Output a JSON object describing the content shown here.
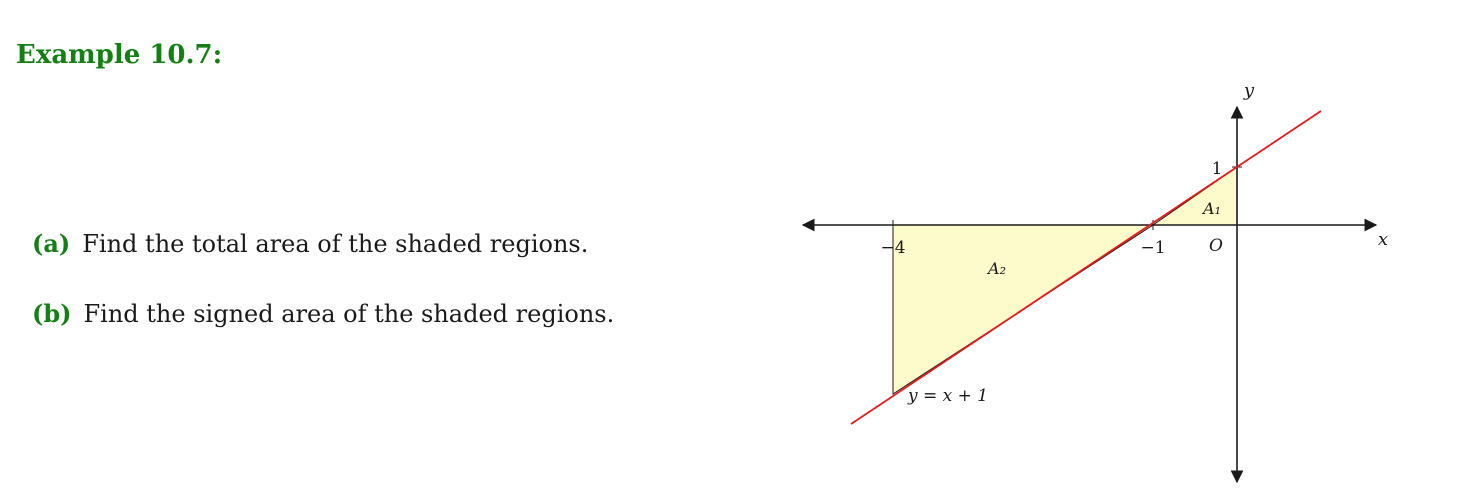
{
  "example": {
    "title": "Example 10.7:"
  },
  "questions": [
    {
      "part": "(a)",
      "text": "Find the total area of the shaded regions."
    },
    {
      "part": "(b)",
      "text": "Find the signed area of the shaded regions."
    }
  ],
  "figure": {
    "x_axis_label": "x",
    "y_axis_label": "y",
    "origin_label": "O",
    "tick_labels": {
      "x_neg4": "−4",
      "x_neg1": "−1",
      "y_1": "1"
    },
    "region_labels": {
      "a1": "A₁",
      "a2": "A₂"
    },
    "line_label": "y = x + 1",
    "colors": {
      "line": "#e8191a",
      "shade": "#fdfacb",
      "heading": "#138013"
    }
  }
}
